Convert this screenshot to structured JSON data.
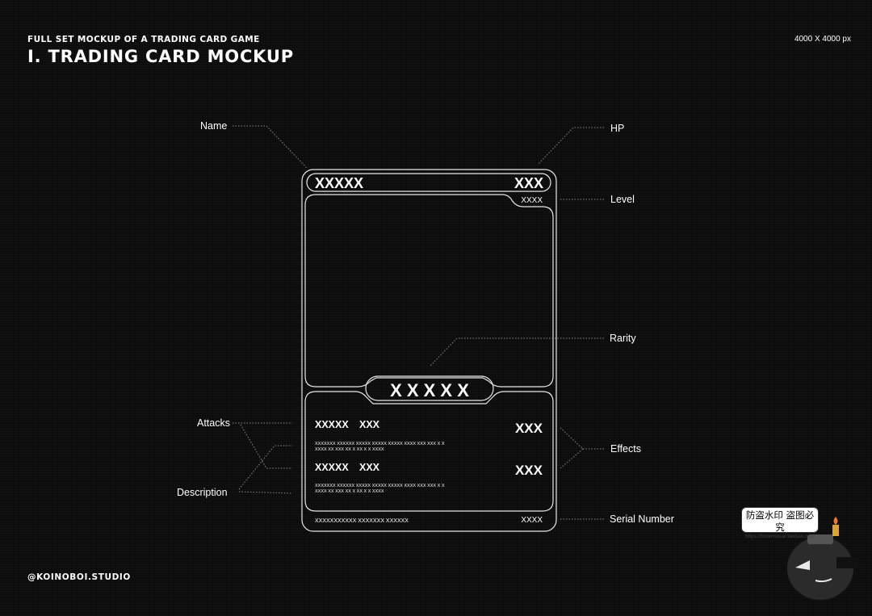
{
  "header": {
    "subtitle": "FULL SET MOCKUP OF A TRADING CARD GAME",
    "title": "I.  TRADING CARD MOCKUP",
    "size": "4000 X 4000 px"
  },
  "footer": {
    "studio": "@KOINOBOI.STUDIO"
  },
  "card": {
    "name": "XXXXX",
    "hp": "XXX",
    "level": "XXXX",
    "rarity": "X X X X X",
    "attack1": {
      "name": "XXXXX",
      "cost": "XXX",
      "effect": "XXX",
      "desc1": "XXXXXXX XXXXXX XXXXX XXXXX XXXXX XXXX XXX  XXX X X",
      "desc2": "XXXX XX XXX XX X XX X X XXXX"
    },
    "attack2": {
      "name": "XXXXX",
      "cost": "XXX",
      "effect": "XXX",
      "desc1": "XXXXXXX XXXXXX XXXXX XXXXX XXXXX XXXX XXX  XXX X X",
      "desc2": "XXXX XX XXX XX X XX X X XXXX"
    },
    "serial_left": "XXXXXXXXXXX  XXXXXXX XXXXXX",
    "serial_right": "XXXX"
  },
  "labels": {
    "name": "Name",
    "hp": "HP",
    "level": "Level",
    "rarity": "Rarity",
    "attacks": "Attacks",
    "effects": "Effects",
    "description": "Description",
    "serial": "Serial Number"
  },
  "watermark": {
    "text": "防盗水印 盗图必究",
    "url": "https://boomsucai.taobao.com"
  },
  "colors": {
    "background": "#0b0b0b",
    "line": "#ffffff",
    "leader": "#8a8a8a"
  }
}
